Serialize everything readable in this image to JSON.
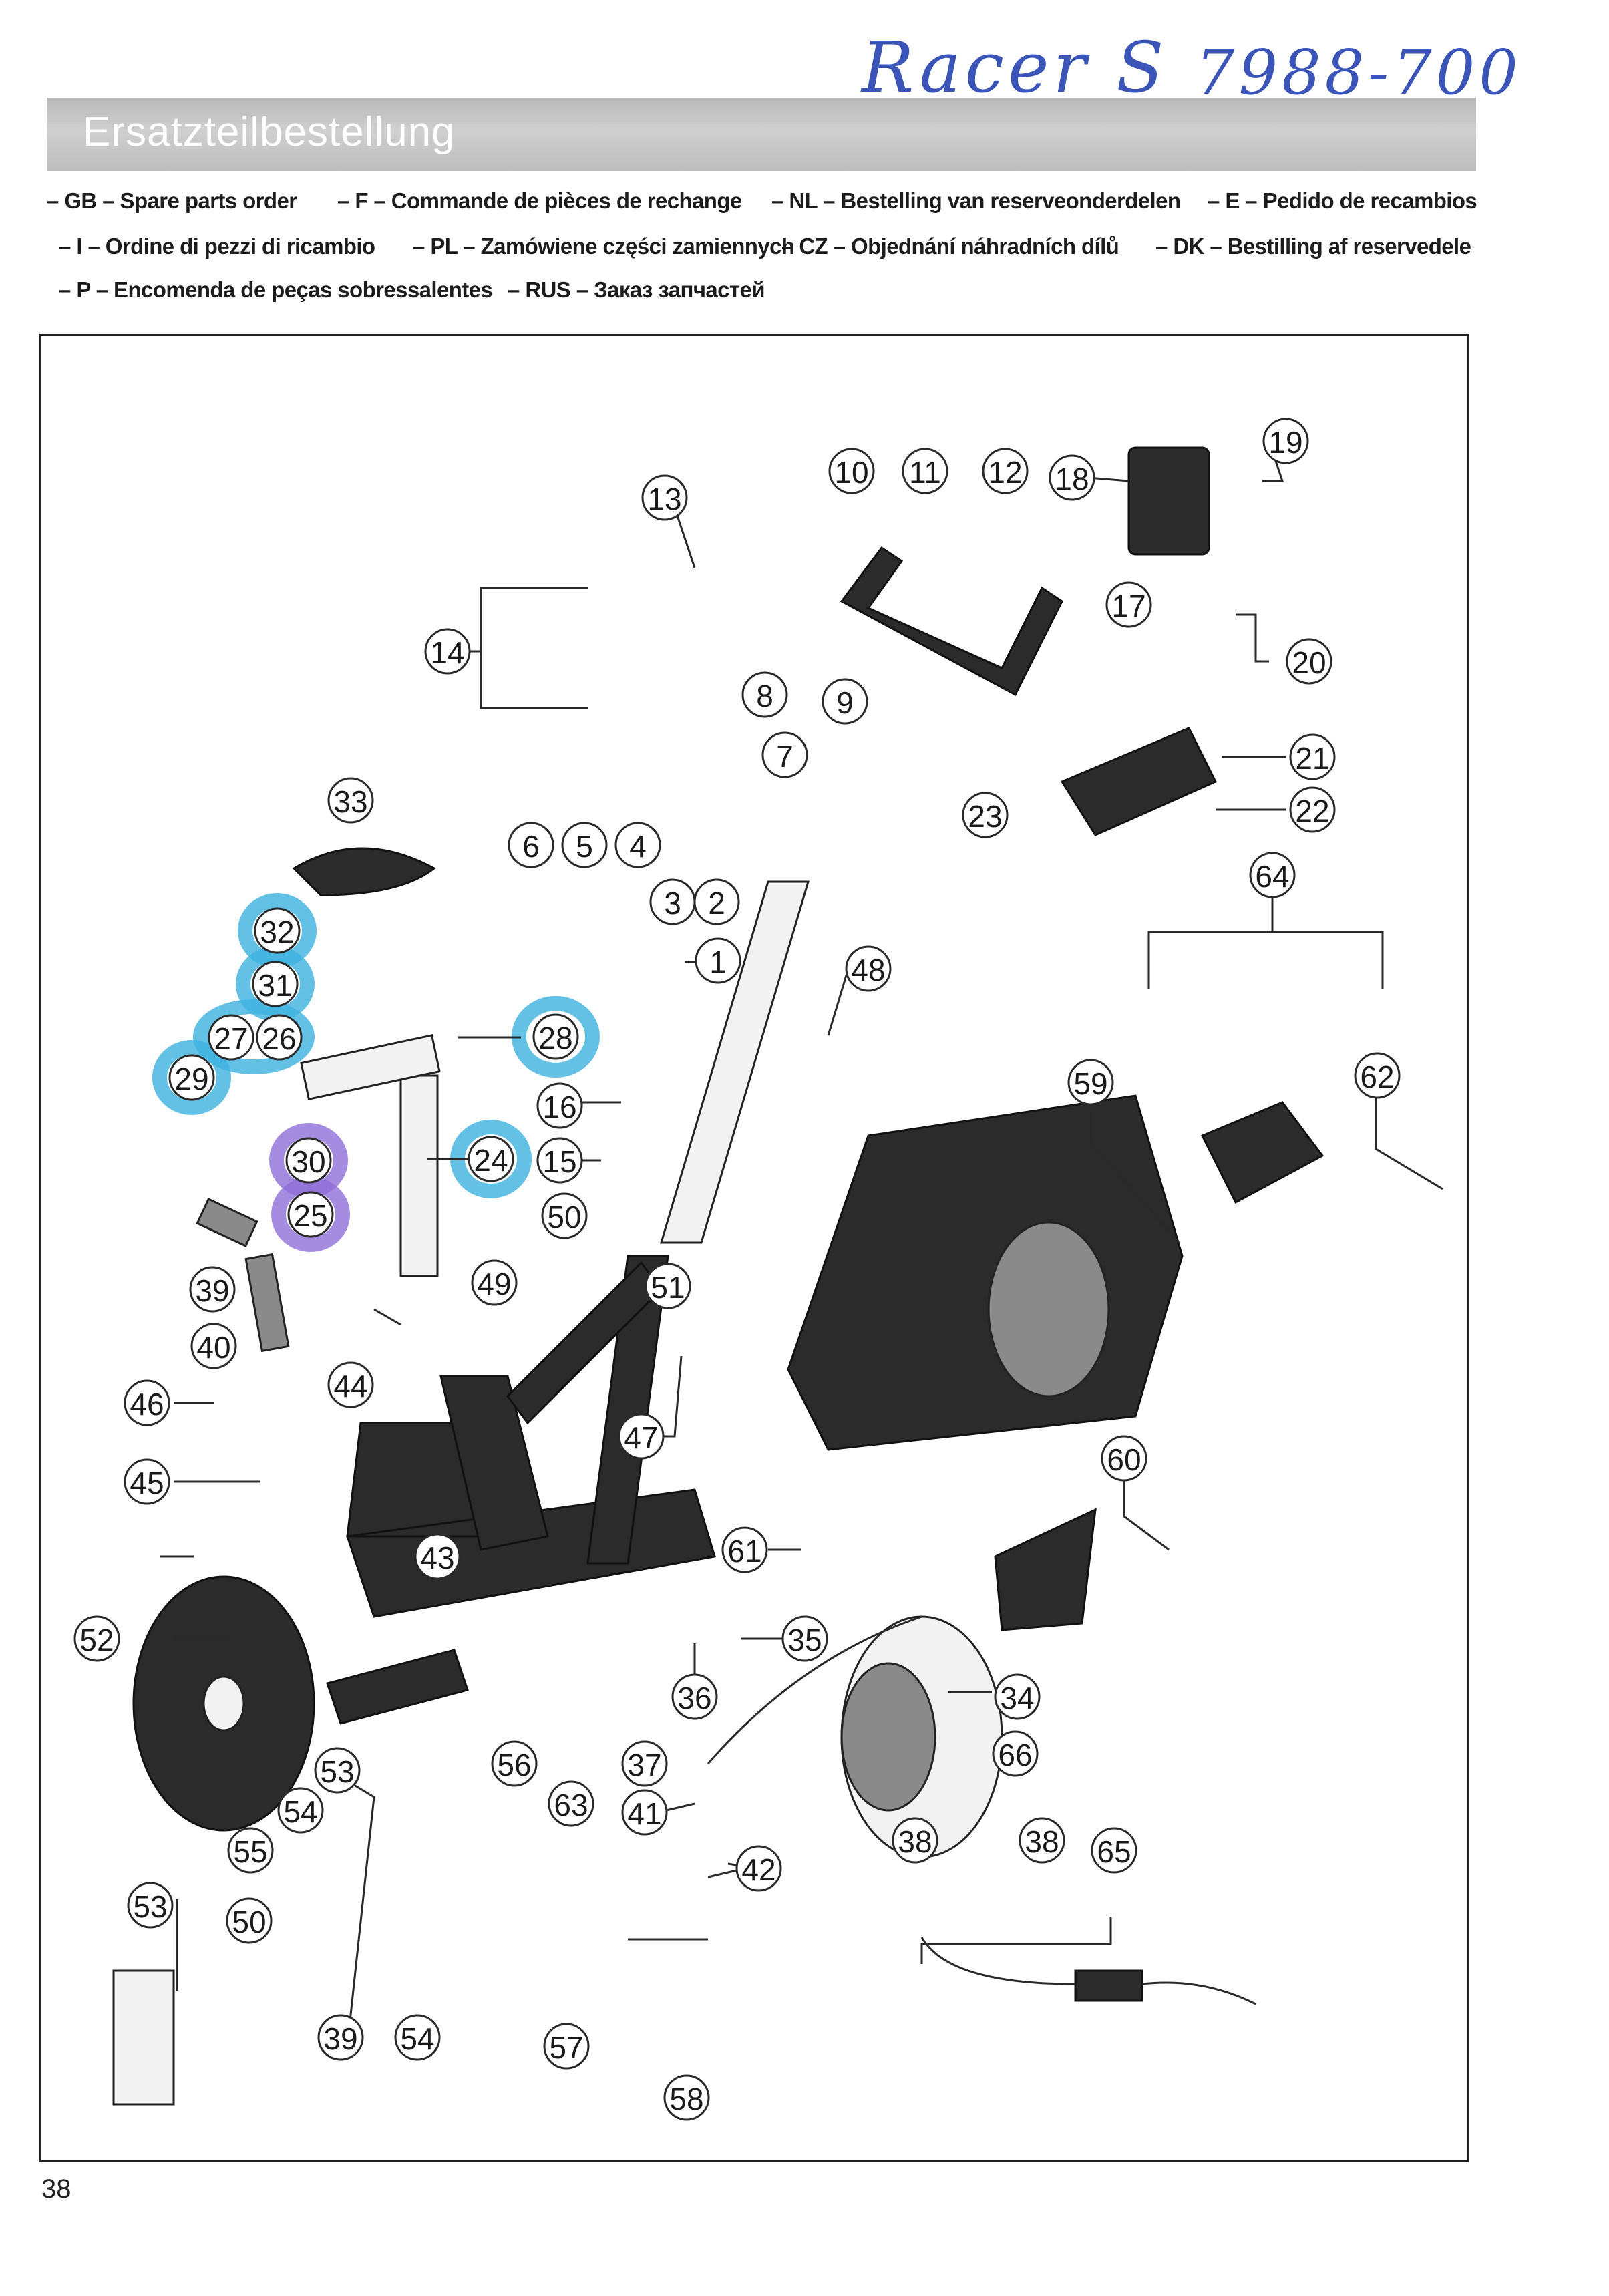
{
  "handwritten": {
    "model": "Racer S",
    "number": "7988-700"
  },
  "header": {
    "title": "Ersatzteilbestellung"
  },
  "languages": [
    {
      "code": "– GB –",
      "text": "Spare parts order"
    },
    {
      "code": "– F –",
      "text": "Commande de pièces de rechange"
    },
    {
      "code": "– NL –",
      "text": "Bestelling van reserveonderdelen"
    },
    {
      "code": "– E –",
      "text": "Pedido de recambios"
    },
    {
      "code": "– I –",
      "text": "Ordine di pezzi di ricambio"
    },
    {
      "code": "– PL –",
      "text": "Zamówiene części zamiennych"
    },
    {
      "code": "– CZ –",
      "text": "Objednání náhradních dílů"
    },
    {
      "code": "– DK –",
      "text": "Bestilling af reservedele"
    },
    {
      "code": "– P –",
      "text": "Encomenda de peças sobressalentes"
    },
    {
      "code": "– RUS –",
      "text": "Заказ запчастей"
    }
  ],
  "diagram": {
    "callouts": [
      "1",
      "2",
      "3",
      "4",
      "5",
      "6",
      "7",
      "8",
      "9",
      "10",
      "11",
      "12",
      "13",
      "14",
      "15",
      "16",
      "17",
      "18",
      "19",
      "20",
      "21",
      "22",
      "23",
      "24",
      "25",
      "26",
      "27",
      "28",
      "29",
      "30",
      "31",
      "32",
      "33",
      "34",
      "35",
      "36",
      "37",
      "38",
      "39",
      "40",
      "41",
      "42",
      "43",
      "44",
      "45",
      "46",
      "47",
      "48",
      "49",
      "50",
      "51",
      "52",
      "53",
      "54",
      "55",
      "56",
      "57",
      "58",
      "59",
      "60",
      "61",
      "62",
      "63",
      "64",
      "65",
      "66",
      "50",
      "38",
      "39",
      "54",
      "53"
    ],
    "highlighted": [
      "24",
      "25",
      "26",
      "27",
      "28",
      "29",
      "30",
      "31",
      "32"
    ],
    "highlight_colors": {
      "blue": "#3db2e0",
      "violet": "#8f6fd8"
    }
  },
  "footer": {
    "page_number": "38"
  }
}
